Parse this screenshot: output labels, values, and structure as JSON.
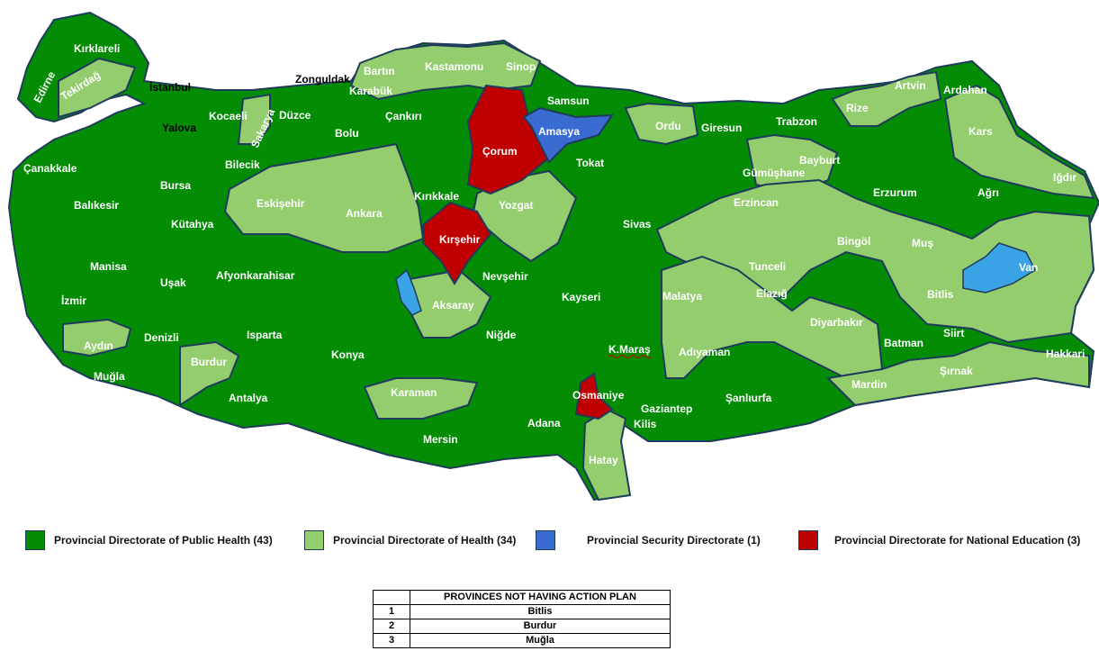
{
  "colors": {
    "public_health": "#048c04",
    "health": "#93cd6d",
    "security": "#3a6bd0",
    "education": "#c00000",
    "water": "#3aa3e6",
    "border": "#1f3b5c"
  },
  "map": {
    "cities": {
      "kirklareli": "Kırklareli",
      "edirne": "Edirne",
      "tekirdag": "Tekirdağ",
      "istanbul": "İstanbul",
      "yalova": "Yalova",
      "kocaeli": "Kocaeli",
      "sakarya": "Sakarya",
      "duzce": "Düzce",
      "zonguldak": "Zonguldak",
      "bartin": "Bartın",
      "karabuk": "Karabük",
      "kastamonu": "Kastamonu",
      "sinop": "Sinop",
      "samsun": "Samsun",
      "amasya": "Amasya",
      "corum": "Çorum",
      "cankiri": "Çankırı",
      "bolu": "Bolu",
      "bilecik": "Bilecik",
      "canakkale": "Çanakkale",
      "bursa": "Bursa",
      "balikesir": "Balıkesir",
      "kutahya": "Kütahya",
      "eskisehir": "Eskişehir",
      "ankara": "Ankara",
      "kirikkale": "Kırıkkale",
      "yozgat": "Yozgat",
      "tokat": "Tokat",
      "ordu": "Ordu",
      "giresun": "Giresun",
      "trabzon": "Trabzon",
      "rize": "Rize",
      "artvin": "Artvin",
      "ardahan": "Ardahan",
      "kars": "Kars",
      "igdir": "Iğdır",
      "agri": "Ağrı",
      "erzurum": "Erzurum",
      "bayburt": "Bayburt",
      "gumushane": "Gümüşhane",
      "erzincan": "Erzincan",
      "sivas": "Sivas",
      "kirsehir": "Kırşehir",
      "nevsehir": "Nevşehir",
      "aksaray": "Aksaray",
      "manisa": "Manisa",
      "izmir": "İzmir",
      "usak": "Uşak",
      "afyonkarahisar": "Afyonkarahisar",
      "aydin": "Aydın",
      "denizli": "Denizli",
      "mugla": "Muğla",
      "burdur": "Burdur",
      "isparta": "Isparta",
      "antalya": "Antalya",
      "konya": "Konya",
      "karaman": "Karaman",
      "mersin": "Mersin",
      "nigde": "Niğde",
      "adana": "Adana",
      "kayseri": "Kayseri",
      "osmaniye": "Osmaniye",
      "kmaras": "K.Maraş",
      "hatay": "Hatay",
      "kilis": "Kilis",
      "gaziantep": "Gaziantep",
      "malatya": "Malatya",
      "adiyaman": "Adıyaman",
      "sanliurfa": "Şanlıurfa",
      "tunceli": "Tunceli",
      "elazig": "Elazığ",
      "bingol": "Bingöl",
      "mus": "Muş",
      "diyarbakir": "Diyarbakır",
      "batman": "Batman",
      "siirt": "Siirt",
      "bitlis": "Bitlis",
      "van": "Van",
      "hakkari": "Hakkari",
      "sirnak": "Şırnak",
      "mardin": "Mardin"
    }
  },
  "legend": {
    "public_health": "Provincial Directorate of Public Health (43)",
    "health": "Provincial Directorate of Health  (34)",
    "security": "Provincial Security Directorate (1)",
    "education": "Provincial Directorate for National Education (3)"
  },
  "table": {
    "header": "PROVINCES  NOT HAVING ACTION PLAN",
    "rows": [
      {
        "num": "1",
        "name": "Bitlis"
      },
      {
        "num": "2",
        "name": "Burdur"
      },
      {
        "num": "3",
        "name": "Muğla"
      }
    ]
  }
}
